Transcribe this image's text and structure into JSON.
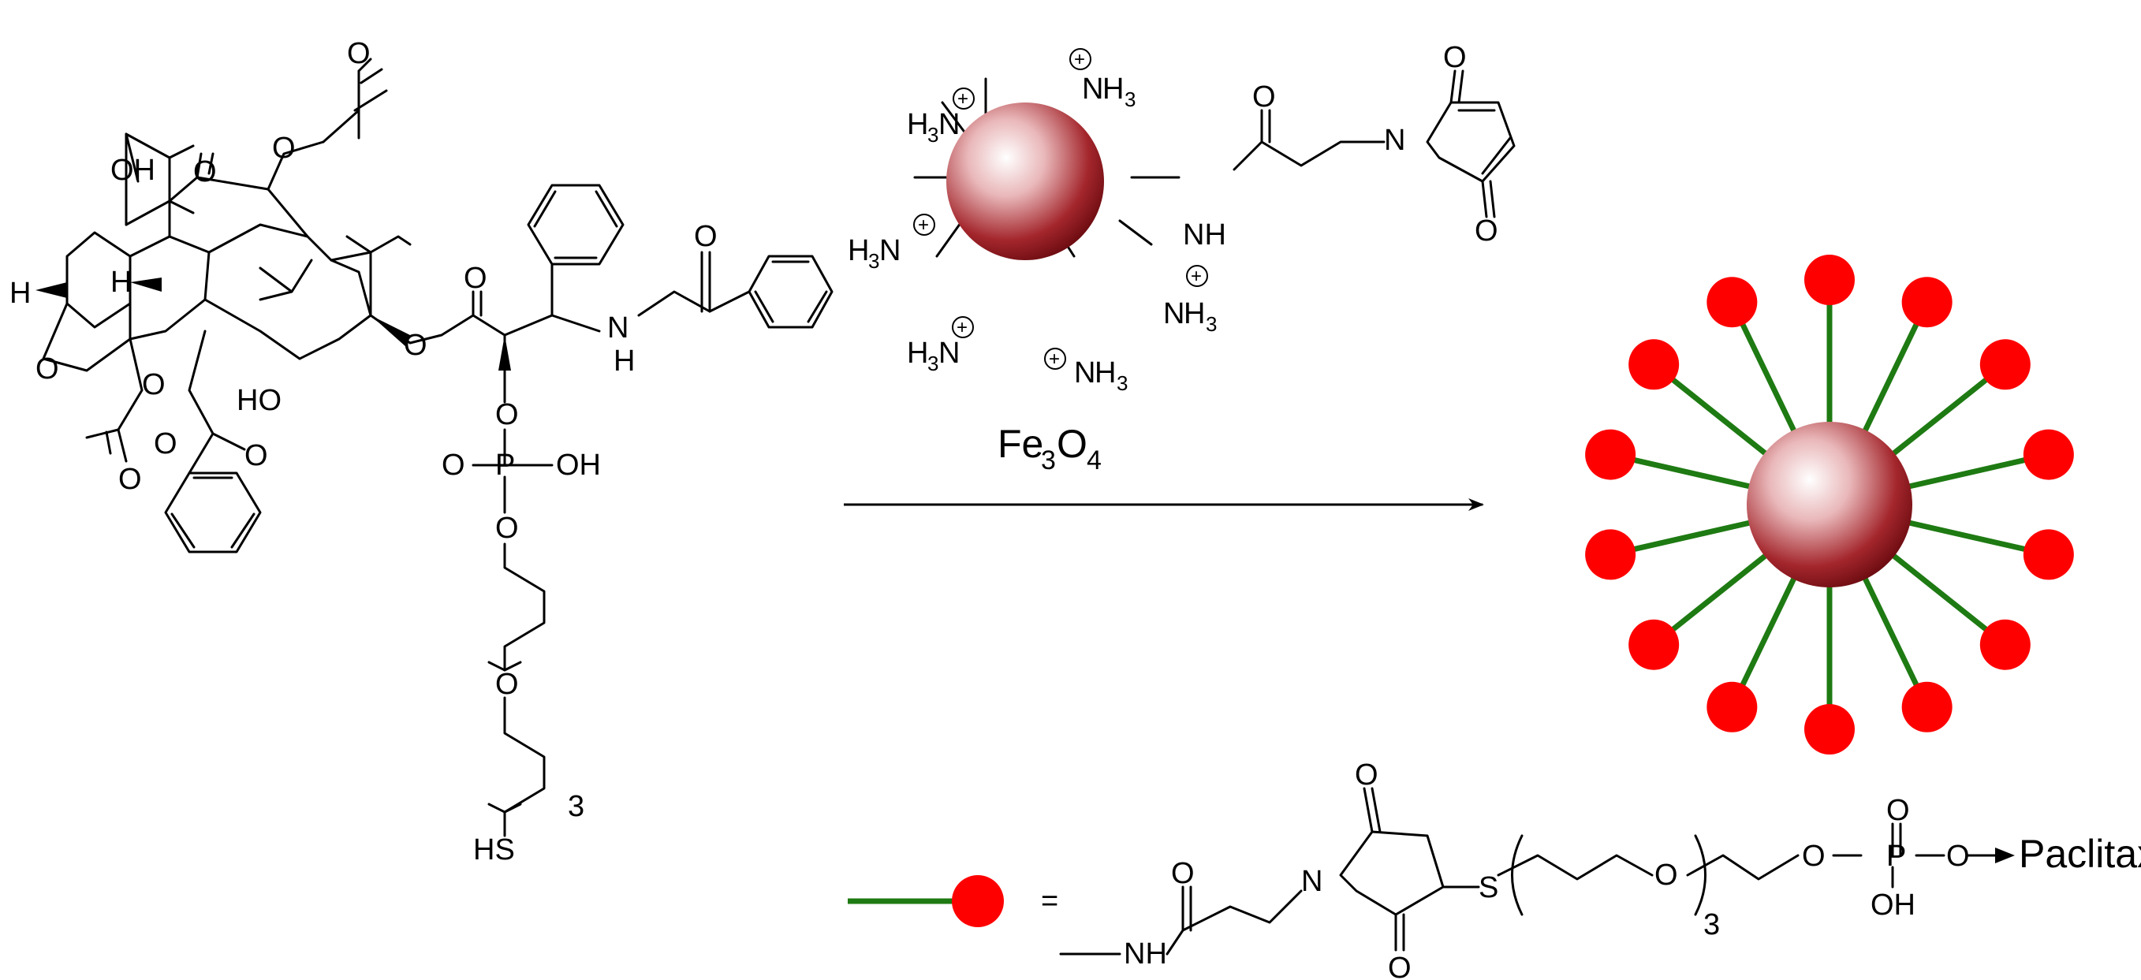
{
  "reagent": {
    "core_label": "Fe",
    "core_sub1": "3",
    "core_o": "O",
    "core_sub2": "4",
    "amine_h": "H",
    "amine_n": "N",
    "amine_sub": "3",
    "nh_label": "NH",
    "o_label": "O",
    "n_label": "N",
    "plus": "+"
  },
  "drug": {
    "oh": "OH",
    "ho": "HO",
    "h": "H",
    "o": "O",
    "p": "P",
    "nh_n": "N",
    "nh_h": "H",
    "hs": "HS",
    "repeat": "3"
  },
  "legend": {
    "equals": "=",
    "o": "O",
    "n": "N",
    "s": "S",
    "p": "P",
    "oh": "OH",
    "nh": "NH",
    "repeat": "3",
    "target": "Paclitaxel"
  },
  "colors": {
    "nanoparticle_dark": "#7a0f14",
    "nanoparticle_light": "#ffffff",
    "ligand_line": "#1e7a12",
    "ligand_dot": "#ff0000"
  },
  "product": {
    "ligand_count": 14
  }
}
